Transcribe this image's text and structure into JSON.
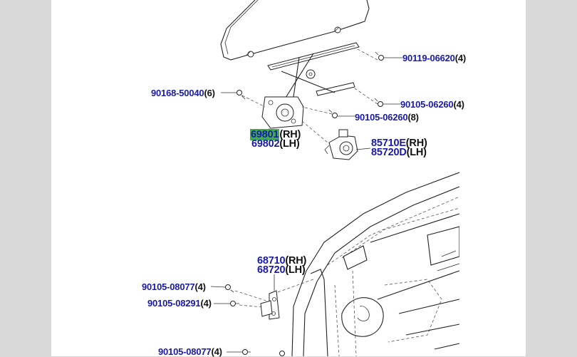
{
  "labels": {
    "l1": {
      "pn": "90119-06620",
      "qty": "(4)"
    },
    "l2": {
      "pn": "90168-50040",
      "qty": "(6)"
    },
    "l3": {
      "pn": "90105-06260",
      "qty": "(4)"
    },
    "l4": {
      "pn": "90105-06260",
      "qty": "(8)"
    },
    "l5": {
      "pn": "69801",
      "qty": "(RH)"
    },
    "l6": {
      "pn": "69802",
      "qty": "(LH)"
    },
    "l7": {
      "pn": "85710E",
      "qty": "(RH)"
    },
    "l8": {
      "pn": "85720D",
      "qty": "(LH)"
    },
    "l9": {
      "pn": "68710",
      "qty": "(RH)"
    },
    "l10": {
      "pn": "68720",
      "qty": "(LH)"
    },
    "l11": {
      "pn": "90105-08077",
      "qty": "(4)"
    },
    "l12": {
      "pn": "90105-08291",
      "qty": "(4)"
    },
    "l13": {
      "pn": "90105-08077",
      "qty": "(4)"
    }
  }
}
